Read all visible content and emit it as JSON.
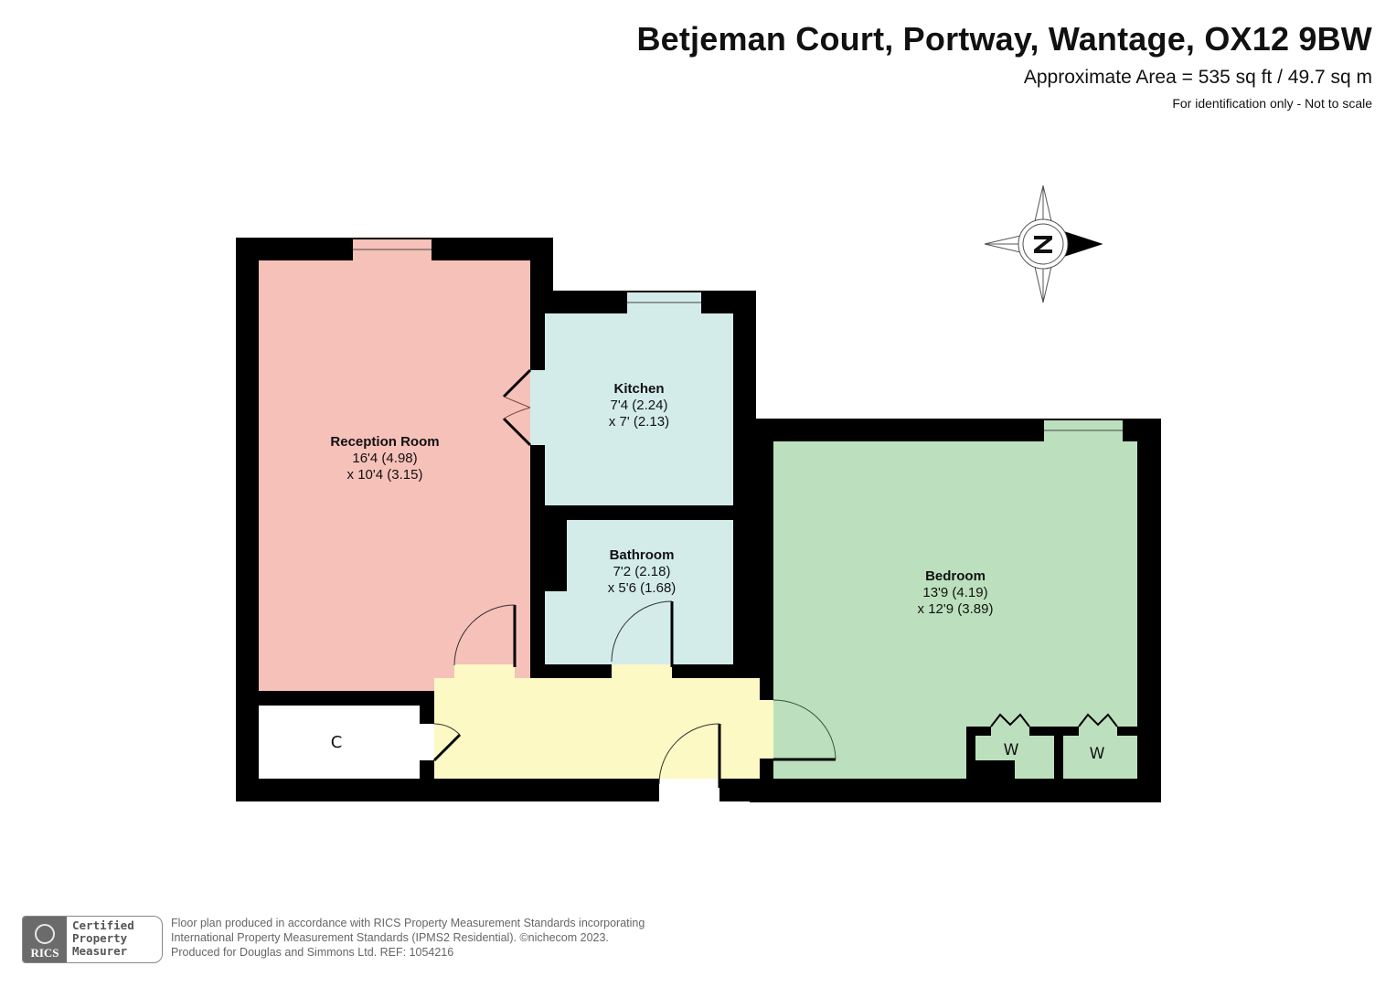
{
  "header": {
    "title": "Betjeman Court, Portway, Wantage, OX12 9BW",
    "area": "Approximate Area = 535 sq ft / 49.7 sq m",
    "note": "For identification only - Not to scale"
  },
  "compass": {
    "icon": "compass-rose-icon",
    "letter": "N",
    "pointing": "right"
  },
  "colors": {
    "wall": "#000000",
    "reception": "#f6c1b9",
    "kitchen": "#d3ecea",
    "bathroom": "#d3ecea",
    "bedroom": "#bce0bd",
    "hallway": "#fdf9c5",
    "cupboard": "#ffffff",
    "window": "#d3ecea"
  },
  "rooms": {
    "reception": {
      "name": "Reception Room",
      "dim1": "16'4 (4.98)",
      "dim2": "x 10'4 (3.15)"
    },
    "kitchen": {
      "name": "Kitchen",
      "dim1": "7'4 (2.24)",
      "dim2": "x 7' (2.13)"
    },
    "bathroom": {
      "name": "Bathroom",
      "dim1": "7'2 (2.18)",
      "dim2": "x 5'6 (1.68)"
    },
    "bedroom": {
      "name": "Bedroom",
      "dim1": "13'9 (4.19)",
      "dim2": "x 12'9 (3.89)"
    },
    "cupboard": {
      "name": "C"
    },
    "wardrobe1": {
      "name": "W"
    },
    "wardrobe2": {
      "name": "W"
    }
  },
  "footer": {
    "badge": {
      "logo": "RICS",
      "line1": "Certified",
      "line2": "Property",
      "line3": "Measurer"
    },
    "text_line1": "Floor plan produced in accordance with RICS Property Measurement Standards incorporating",
    "text_line2": "International Property Measurement Standards (IPMS2 Residential).   ©nichecom 2023.",
    "text_line3": "Produced for Douglas and Simmons Ltd.    REF: 1054216"
  }
}
